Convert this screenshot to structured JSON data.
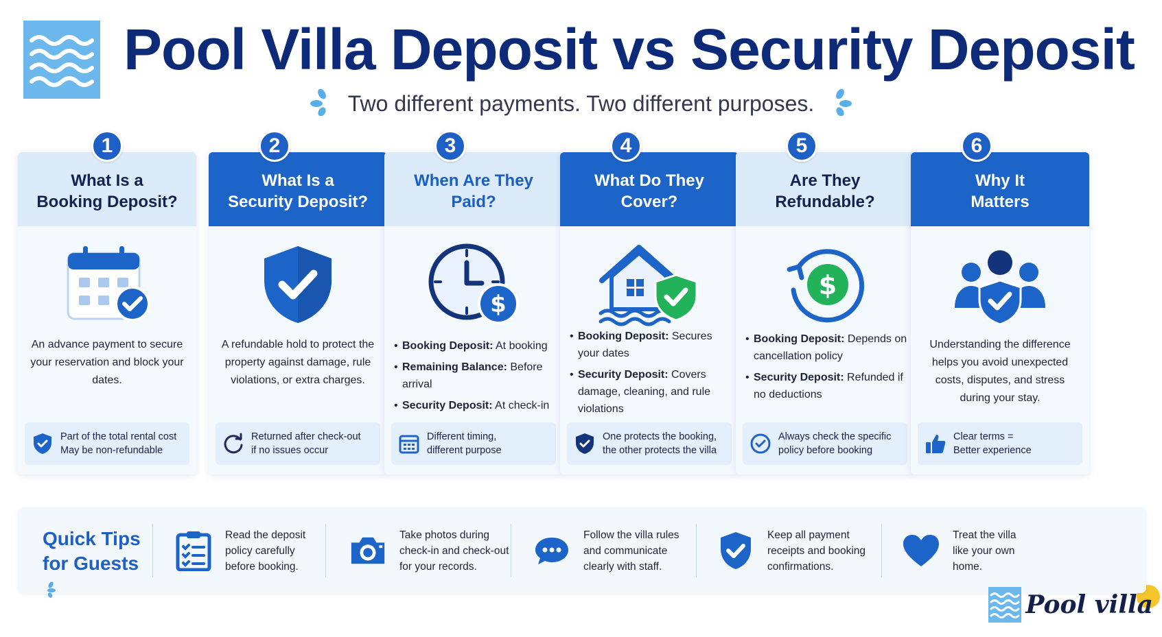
{
  "header": {
    "title": "Pool Villa Deposit vs Security Deposit",
    "subtitle": "Two different payments. Two different purposes."
  },
  "colors": {
    "navy": "#0d2a78",
    "primary_blue": "#1d64c9",
    "light_blue": "#dcebfa",
    "card_body": "#f4f9fe",
    "green": "#22b35a",
    "sky": "#6cb8ec"
  },
  "cards": [
    {
      "number": "1",
      "title": "What Is a\nBooking Deposit?",
      "icon": "calendar-check-icon",
      "text": "An advance payment to secure your reservation and block your dates.",
      "note_icon": "shield-check-icon",
      "note_lines": [
        "Part of the total rental cost",
        "May be non-refundable"
      ]
    },
    {
      "number": "2",
      "title": "What Is a\nSecurity Deposit?",
      "icon": "shield-check-icon",
      "text": "A refundable hold to protect the property against damage, rule violations, or extra charges.",
      "note_icon": "refresh-icon",
      "note_lines": [
        "Returned after check-out",
        "if no issues occur"
      ]
    },
    {
      "number": "3",
      "title": "When Are They\nPaid?",
      "icon": "clock-dollar-icon",
      "bullets": [
        {
          "label": "Booking Deposit:",
          "text": " At booking"
        },
        {
          "label": "Remaining Balance:",
          "text": " Before arrival"
        },
        {
          "label": "Security Deposit:",
          "text": " At check-in"
        }
      ],
      "note_icon": "calendar-icon",
      "note_lines": [
        "Different timing,",
        "different purpose"
      ]
    },
    {
      "number": "4",
      "title": "What Do They\nCover?",
      "icon": "house-shield-icon",
      "bullets": [
        {
          "label": "Booking Deposit:",
          "text": " Secures your dates"
        },
        {
          "label": "Security Deposit:",
          "text": " Covers damage, cleaning, and rule violations"
        }
      ],
      "note_icon": "shield-check-icon",
      "note_lines": [
        "One protects the booking,",
        "the other protects the villa"
      ]
    },
    {
      "number": "5",
      "title": "Are They\nRefundable?",
      "icon": "refund-dollar-icon",
      "bullets": [
        {
          "label": "Booking Deposit:",
          "text": " Depends on cancellation policy"
        },
        {
          "label": "Security Deposit:",
          "text": " Refunded if no deductions"
        }
      ],
      "note_icon": "check-circle-icon",
      "note_lines": [
        "Always check the specific",
        "policy before booking"
      ]
    },
    {
      "number": "6",
      "title": "Why It\nMatters",
      "icon": "people-shield-icon",
      "text": "Understanding the difference helps you avoid unexpected costs, disputes, and stress during your stay.",
      "note_icon": "thumbs-up-icon",
      "note_lines": [
        "Clear terms =",
        "Better experience"
      ]
    }
  ],
  "tips": {
    "title_line1": "Quick Tips",
    "title_line2": "for Guests",
    "items": [
      {
        "icon": "clipboard-checklist-icon",
        "lines": [
          "Read the deposit",
          "policy carefully",
          "before booking."
        ]
      },
      {
        "icon": "camera-icon",
        "lines": [
          "Take photos during",
          "check-in and check-out",
          "for your records."
        ]
      },
      {
        "icon": "chat-bubble-icon",
        "lines": [
          "Follow the villa rules",
          "and communicate",
          "clearly with staff."
        ]
      },
      {
        "icon": "shield-check-icon",
        "lines": [
          "Keep all payment",
          "receipts and booking",
          "confirmations."
        ]
      },
      {
        "icon": "heart-icon",
        "lines": [
          "Treat the villa",
          "like your own",
          "home."
        ]
      }
    ]
  },
  "brand": {
    "name": "Pool villa"
  }
}
